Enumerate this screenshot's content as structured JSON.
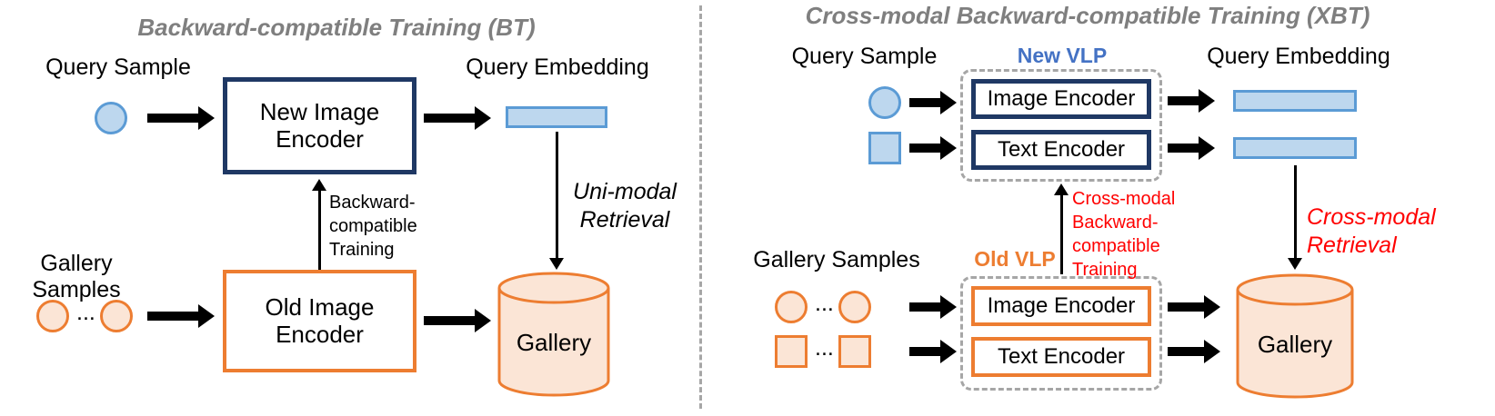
{
  "left_panel": {
    "title": "Backward-compatible Training (BT)",
    "query_sample_label": "Query Sample",
    "new_encoder_label": "New Image\nEncoder",
    "query_embedding_label": "Query Embedding",
    "uni_modal_retrieval_label": "Uni-modal\nRetrieval",
    "bct_training_label": "Backward-\ncompatible\nTraining",
    "gallery_samples_label": "Gallery Samples",
    "gallery_dots": "...",
    "old_encoder_label": "Old Image\nEncoder",
    "gallery_label": "Gallery"
  },
  "right_panel": {
    "title": "Cross-modal Backward-compatible Training (XBT)",
    "query_sample_label": "Query Sample",
    "new_vlp_label": "New VLP",
    "old_vlp_label": "Old VLP",
    "new_image_encoder_label": "Image Encoder",
    "new_text_encoder_label": "Text Encoder",
    "old_image_encoder_label": "Image Encoder",
    "old_text_encoder_label": "Text Encoder",
    "query_embedding_label": "Query Embedding",
    "cross_modal_retrieval_label": "Cross-modal\nRetrieval",
    "xbt_training_label": "Cross-modal\nBackward-\ncompatible\nTraining",
    "gallery_samples_label": "Gallery Samples",
    "gallery_image_dots": "...",
    "gallery_text_dots": "...",
    "gallery_label": "Gallery"
  },
  "colors": {
    "new_model_border": "#1F3864",
    "old_model_border": "#ED7D31",
    "query_fill": "#BDD7EE",
    "query_border": "#5B9BD5",
    "gallery_fill": "#FBE5D6",
    "title_gray": "#7F7F7F",
    "new_vlp_text": "#4472C4",
    "highlight_red": "#FF0000",
    "divider_gray": "#A6A6A6",
    "arrow_black": "#000000"
  }
}
